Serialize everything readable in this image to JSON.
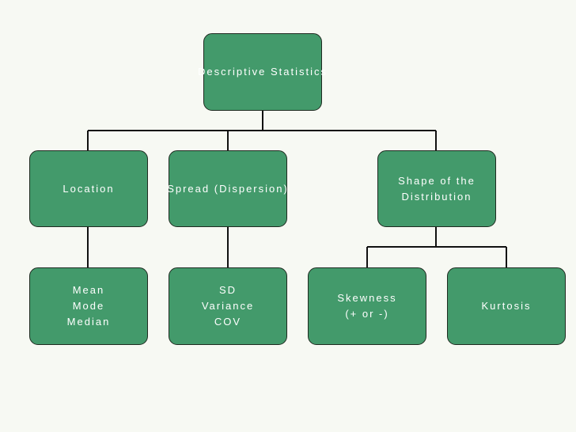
{
  "diagram": {
    "root": {
      "label": "Descriptive Statistics"
    },
    "location": {
      "label": "Location"
    },
    "spread": {
      "label": "Spread (Dispersion)"
    },
    "shape": {
      "label": "Shape of the\nDistribution"
    },
    "location_child": {
      "label": "Mean\nMode\nMedian"
    },
    "spread_child": {
      "label": "SD\nVariance\nCOV"
    },
    "skewness": {
      "label": "Skewness\n(+ or -)"
    },
    "kurtosis": {
      "label": "Kurtosis"
    }
  },
  "colors": {
    "box_fill": "#439a6b",
    "box_border": "#1f2a20",
    "connector": "#111111",
    "text": "#ffffff",
    "background": "#f7f9f3"
  }
}
